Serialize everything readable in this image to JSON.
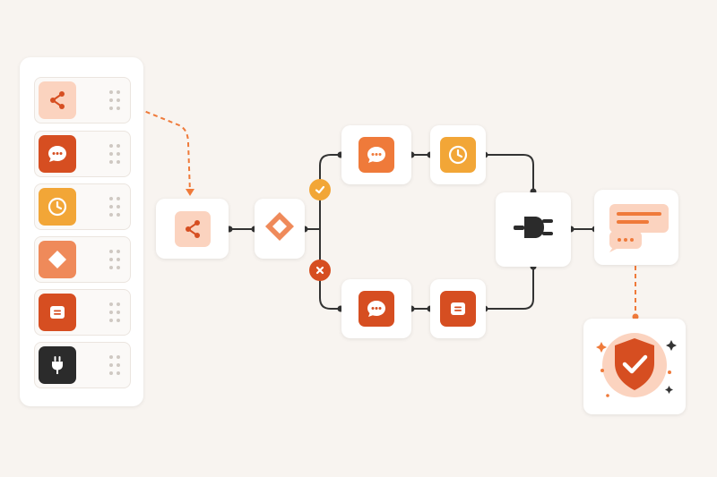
{
  "colors": {
    "background": "#f8f4f0",
    "orange": "#ef7a3a",
    "dark_orange": "#d64e21",
    "peach": "#fbd3bf",
    "amber": "#f2a637",
    "charcoal": "#2b2b2b",
    "line": "#333333",
    "dashed_line": "#ef7a3a",
    "success": "#f2a637",
    "fail": "#d64e21"
  },
  "palette": {
    "items": [
      {
        "icon": "share-icon",
        "tile_color": "#fbd3bf"
      },
      {
        "icon": "chat-bubble-icon",
        "tile_color": "#d64e21"
      },
      {
        "icon": "clock-icon",
        "tile_color": "#f2a637"
      },
      {
        "icon": "diamond-icon",
        "tile_color": "#ef8a5a"
      },
      {
        "icon": "list-icon",
        "tile_color": "#d64e21"
      },
      {
        "icon": "plug-icon",
        "tile_color": "#2b2b2b"
      }
    ]
  },
  "flow": {
    "nodes": [
      {
        "id": "trigger",
        "icon": "share-icon"
      },
      {
        "id": "condition",
        "icon": "diamond-icon"
      },
      {
        "id": "message-success",
        "icon": "chat-bubble-icon"
      },
      {
        "id": "delay",
        "icon": "clock-icon"
      },
      {
        "id": "message-fail",
        "icon": "chat-bubble-icon"
      },
      {
        "id": "log",
        "icon": "list-icon"
      },
      {
        "id": "integration",
        "icon": "plug-icon"
      },
      {
        "id": "response",
        "icon": "chat-response-icon"
      },
      {
        "id": "security",
        "icon": "shield-check-icon"
      }
    ],
    "branches": [
      {
        "name": "success",
        "icon": "check-icon"
      },
      {
        "name": "failure",
        "icon": "x-icon"
      }
    ]
  }
}
